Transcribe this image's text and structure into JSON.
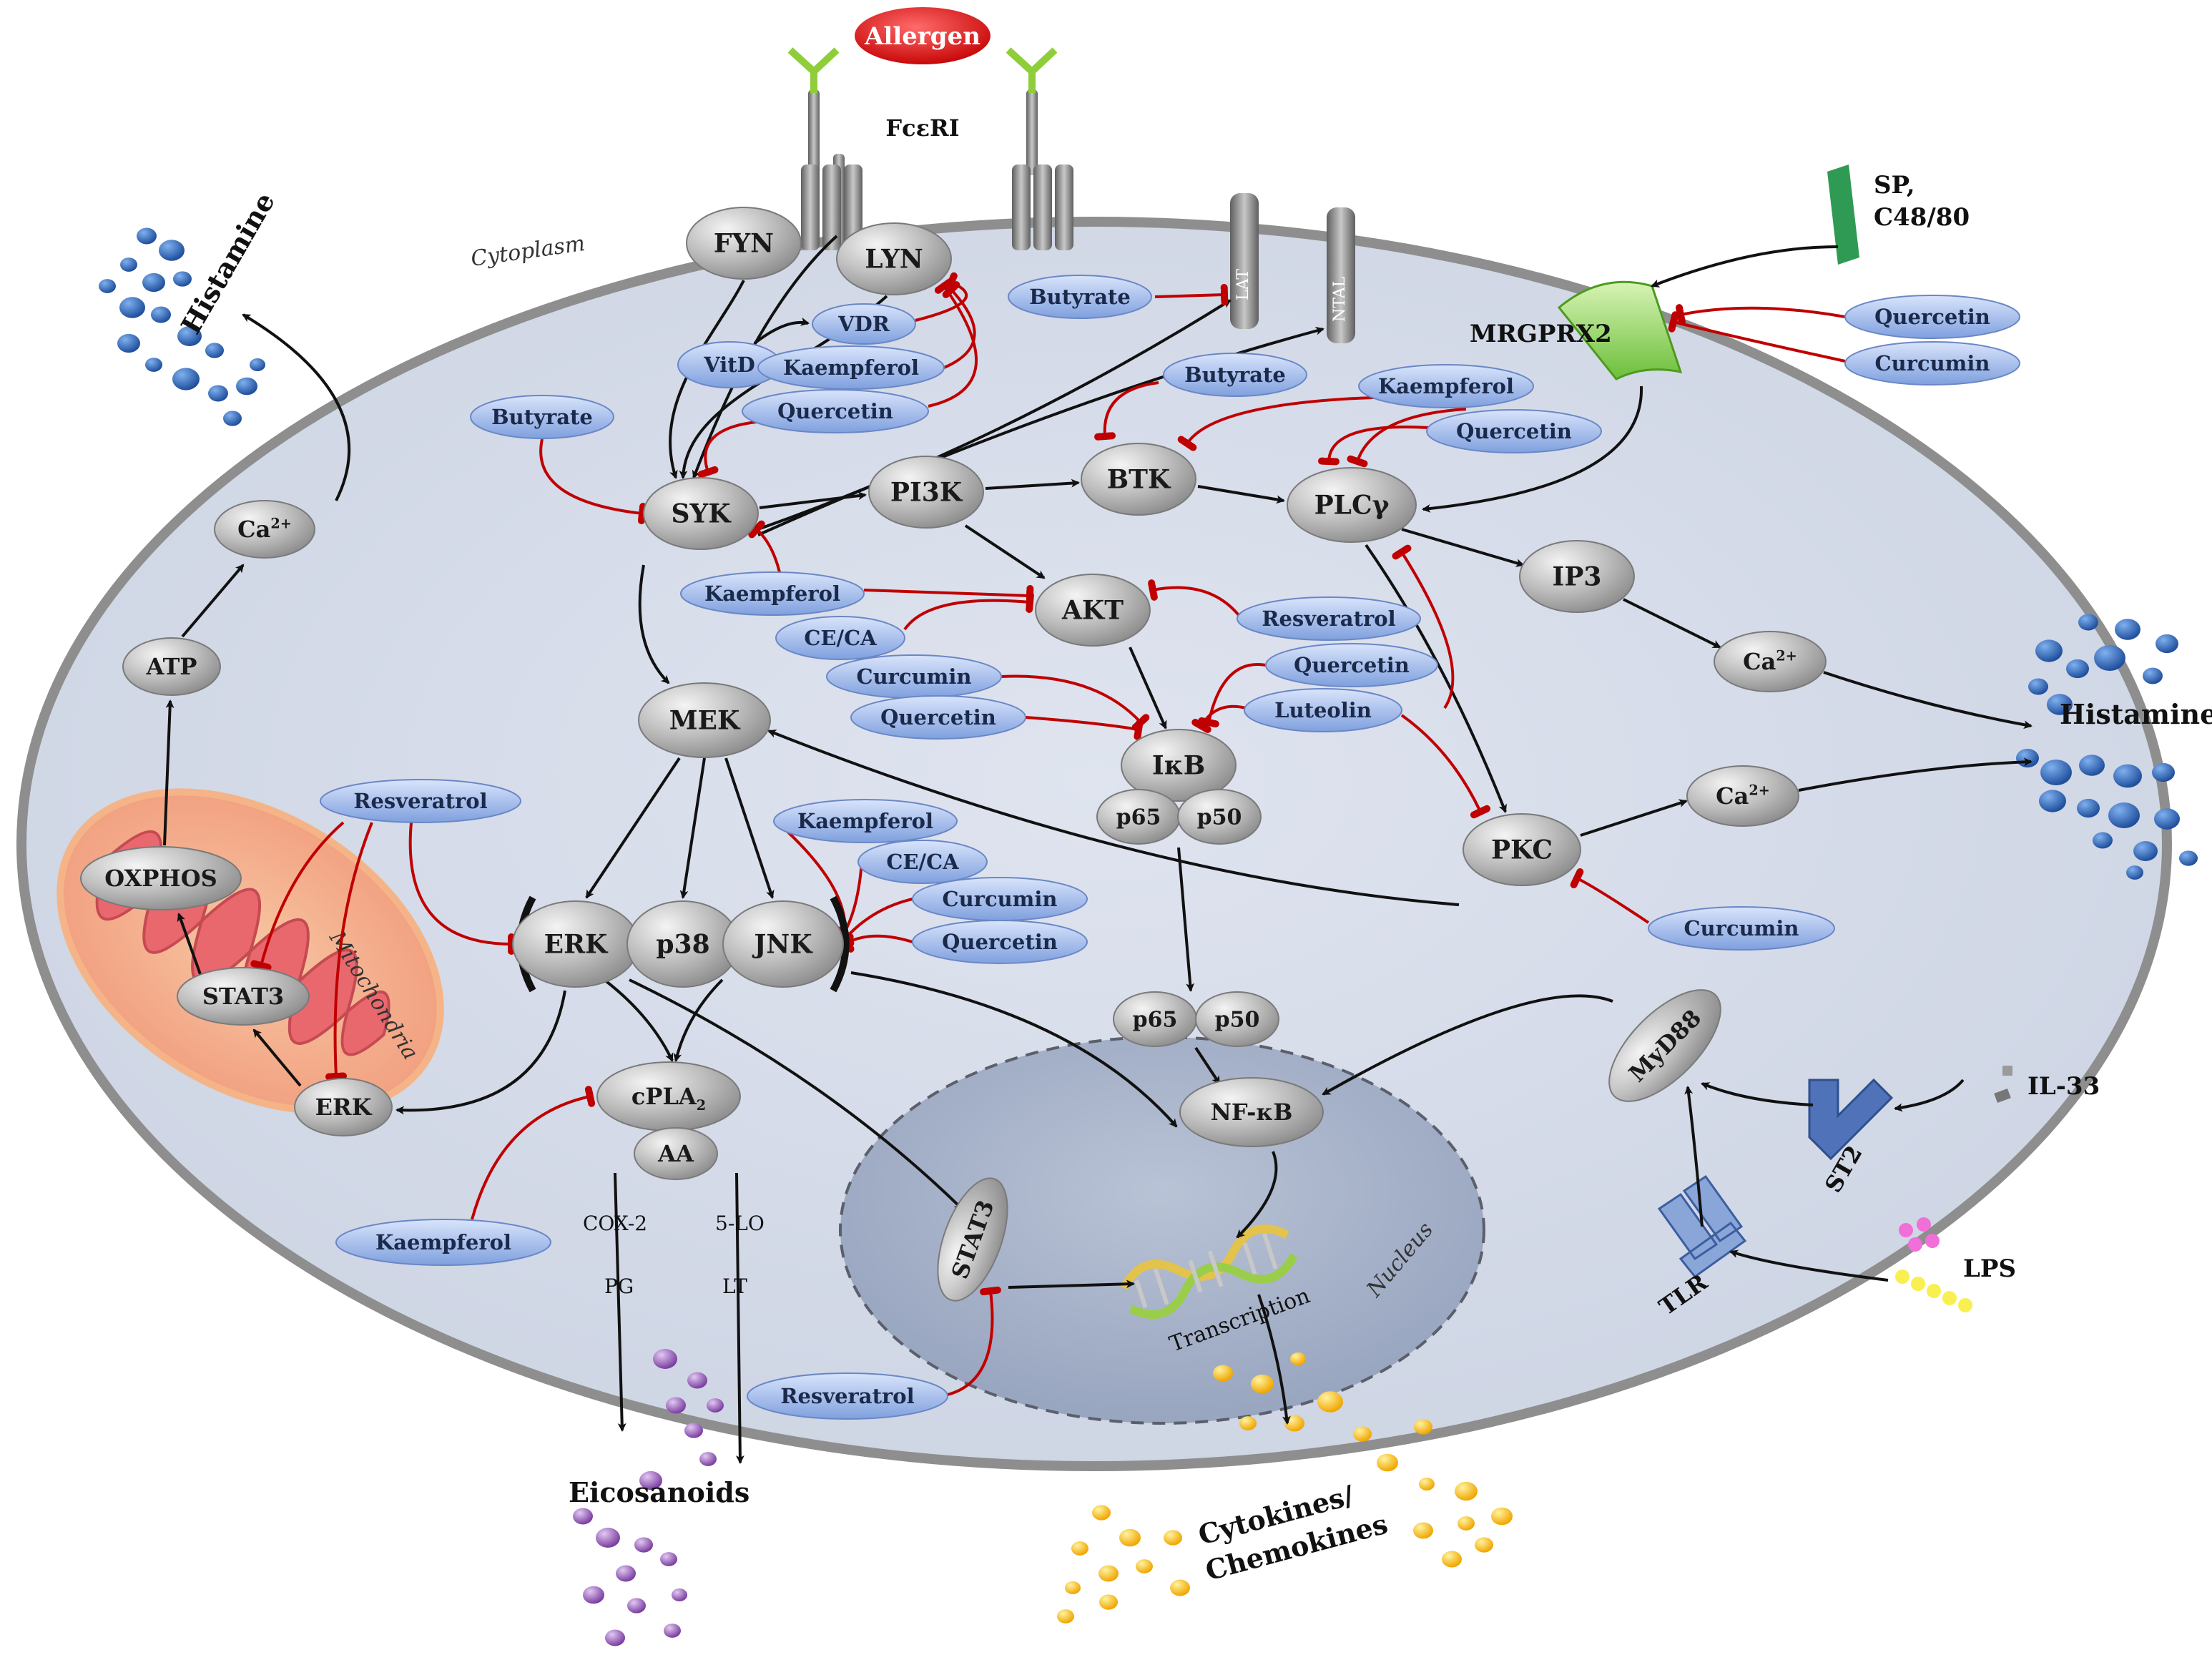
{
  "labels": {
    "allergen": "Allergen",
    "fceri": "FcεRI",
    "sp_c4880_line1": "SP,",
    "sp_c4880_line2": "C48/80",
    "mrgprx2": "MRGPRX2",
    "histamine_left": "Histamine",
    "histamine_right": "Histamine",
    "cytoplasm": "Cytoplasm",
    "mitochondria": "Mitochondria",
    "nucleus": "Nucleus",
    "transcription": "Transcription",
    "eicosanoids": "Eicosanoids",
    "cytokines_line1": "Cytokines/",
    "cytokines_line2": "Chemokines",
    "il33": "IL-33",
    "st2": "ST2",
    "lps": "LPS",
    "tlr": "TLR",
    "lat": "LAT",
    "ntal": "NTAL",
    "cox2": "COX-2",
    "pg": "PG",
    "lo5": "5-LO",
    "lt": "LT"
  },
  "nodes": {
    "fyn": "FYN",
    "lyn": "LYN",
    "syk": "SYK",
    "pi3k": "PI3K",
    "btk": "BTK",
    "plcg": "PLCγ",
    "ip3": "IP3",
    "ca_right_top": "Ca2+",
    "ca_right_bottom": "Ca2+",
    "ca_left": "Ca2+",
    "atp": "ATP",
    "oxphos": "OXPHOS",
    "stat3_mito": "STAT3",
    "erk_mito": "ERK",
    "akt": "AKT",
    "ikb": "IκB",
    "p65_top": "p65",
    "p50_top": "p50",
    "p65_bottom": "p65",
    "p50_bottom": "p50",
    "nfkb": "NF-κB",
    "mek": "MEK",
    "erk": "ERK",
    "p38": "p38",
    "jnk": "JNK",
    "pkc": "PKC",
    "cpla2": "cPLA2",
    "aa": "AA",
    "stat3_nuc": "STAT3",
    "myd88": "MyD88"
  },
  "compounds": {
    "butyrate_lat": "Butyrate",
    "vdr": "VDR",
    "vitd": "VitD",
    "kaempferol_lyn": "Kaempferol",
    "quercetin_lyn": "Quercetin",
    "butyrate_syk": "Butyrate",
    "butyrate_btk": "Butyrate",
    "kaempferol_plc": "Kaempferol",
    "quercetin_plc": "Quercetin",
    "quercetin_mrg": "Quercetin",
    "curcumin_mrg": "Curcumin",
    "kaempferol_akt": "Kaempferol",
    "ceca_akt": "CE/CA",
    "curcumin_ikb": "Curcumin",
    "quercetin_ikb": "Quercetin",
    "resveratrol_akt": "Resveratrol",
    "quercetin_ikb2": "Quercetin",
    "luteolin": "Luteolin",
    "resveratrol_mito": "Resveratrol",
    "kaempferol_mapk": "Kaempferol",
    "ceca_mapk": "CE/CA",
    "curcumin_mapk": "Curcumin",
    "quercetin_mapk": "Quercetin",
    "curcumin_pkc": "Curcumin",
    "kaempferol_cpla2": "Kaempferol",
    "resveratrol_stat3": "Resveratrol"
  }
}
